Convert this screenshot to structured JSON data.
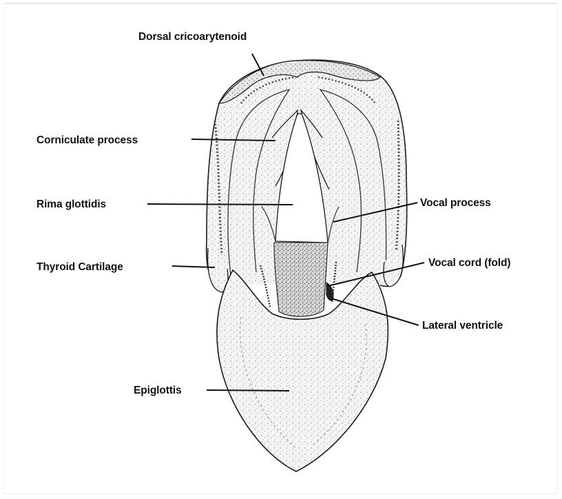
{
  "labels": {
    "dorsal_cricoarytenoid": "Dorsal cricoarytenoid",
    "corniculate_process": "Corniculate process",
    "rima_glottidis": "Rima glottidis",
    "thyroid_cartilage": "Thyroid Cartilage",
    "vocal_process": "Vocal process",
    "vocal_cord": "Vocal cord (fold)",
    "lateral_ventricle": "Lateral ventricle",
    "epiglottis": "Epiglottis"
  },
  "colors": {
    "ink": "#1a1a1a",
    "tissue": "#f2f2f2",
    "stipple": "#8a8a8a",
    "dense_stipple": "#555555"
  }
}
